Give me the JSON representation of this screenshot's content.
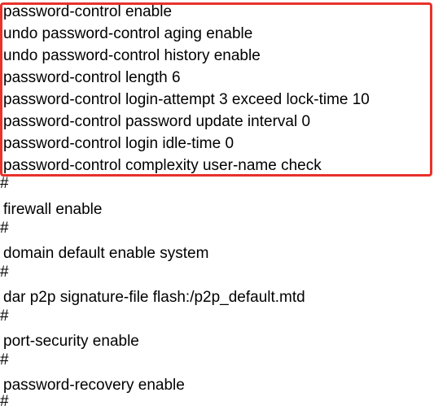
{
  "highlighted_block": {
    "lines": [
      "password-control enable",
      "undo password-control aging enable",
      "undo password-control history enable",
      "password-control length 6",
      "password-control login-attempt 3 exceed lock-time 10",
      "password-control password update interval 0",
      "password-control login idle-time 0",
      "password-control complexity user-name check"
    ]
  },
  "config_lines": {
    "sep1": "#",
    "firewall": "firewall enable",
    "sep2": "#",
    "domain": "domain default enable system",
    "sep3": "#",
    "dar": "dar p2p signature-file flash:/p2p_default.mtd",
    "sep4": "#",
    "port_security": "port-security enable",
    "sep5": "#",
    "password_recovery": "password-recovery enable",
    "sep6": "#"
  },
  "colors": {
    "highlight_border": "#e8322b",
    "text": "#000000",
    "background": "#ffffff"
  }
}
